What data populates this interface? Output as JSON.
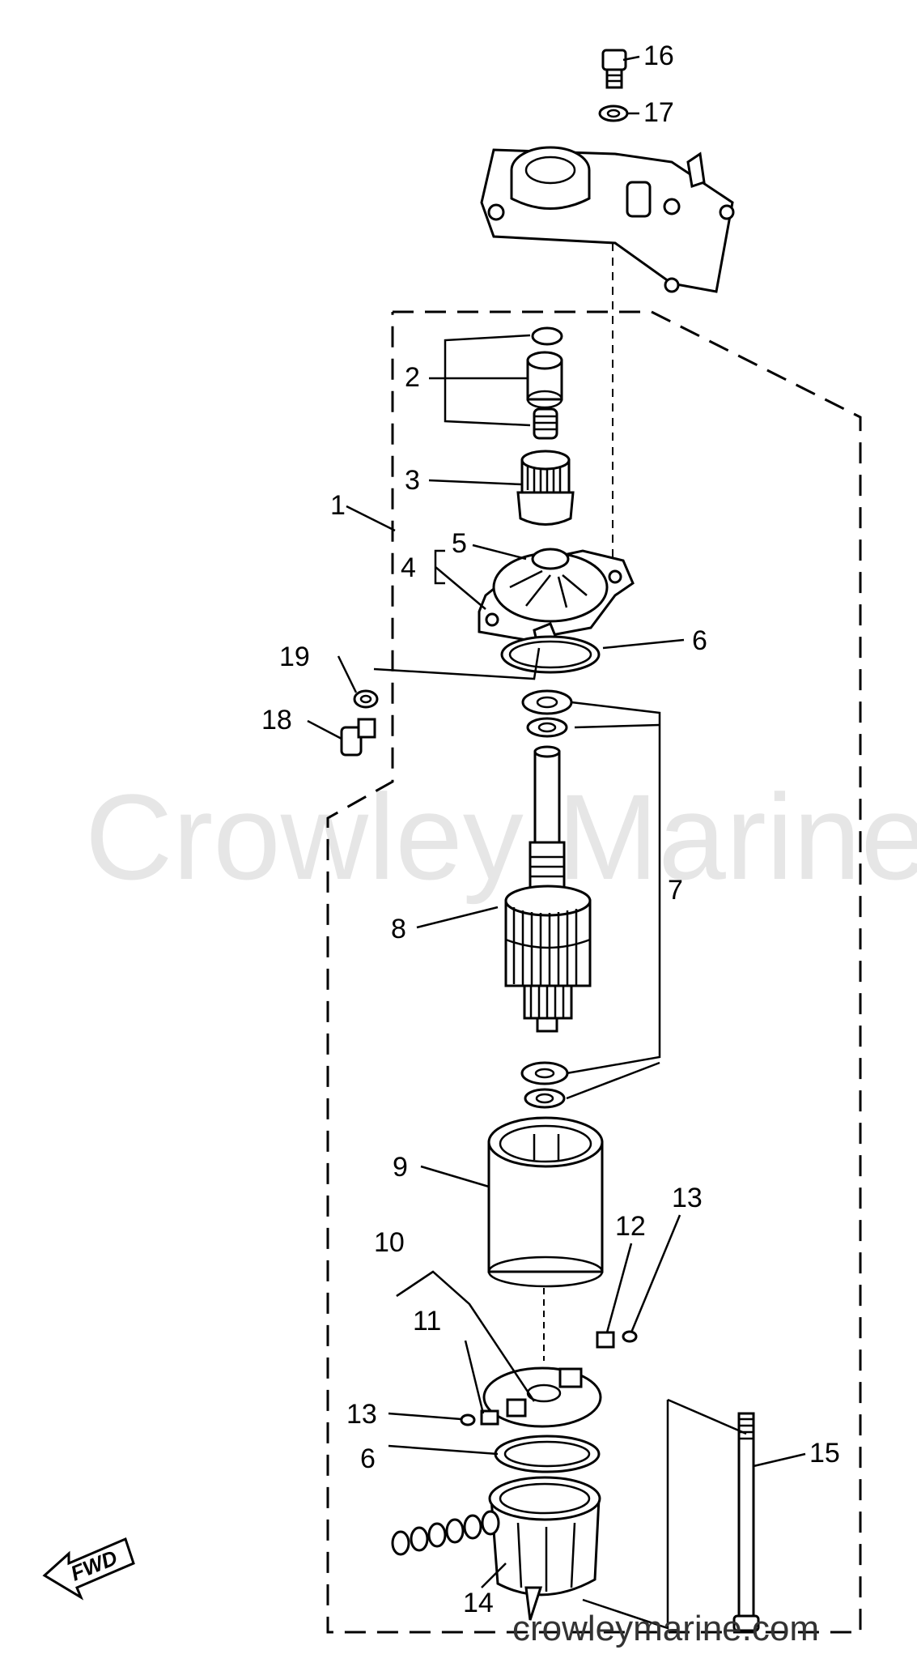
{
  "watermark": "Crowley Marine",
  "site_url": "crowleymarine.com",
  "direction_label": "FWD",
  "callouts": {
    "c1": "1",
    "c2": "2",
    "c3": "3",
    "c4": "4",
    "c5": "5",
    "c6a": "6",
    "c6b": "6",
    "c7": "7",
    "c8": "8",
    "c9": "9",
    "c10": "10",
    "c11": "11",
    "c12": "12",
    "c13a": "13",
    "c13b": "13",
    "c14": "14",
    "c15": "15",
    "c16": "16",
    "c17": "17",
    "c18": "18",
    "c19": "19"
  }
}
